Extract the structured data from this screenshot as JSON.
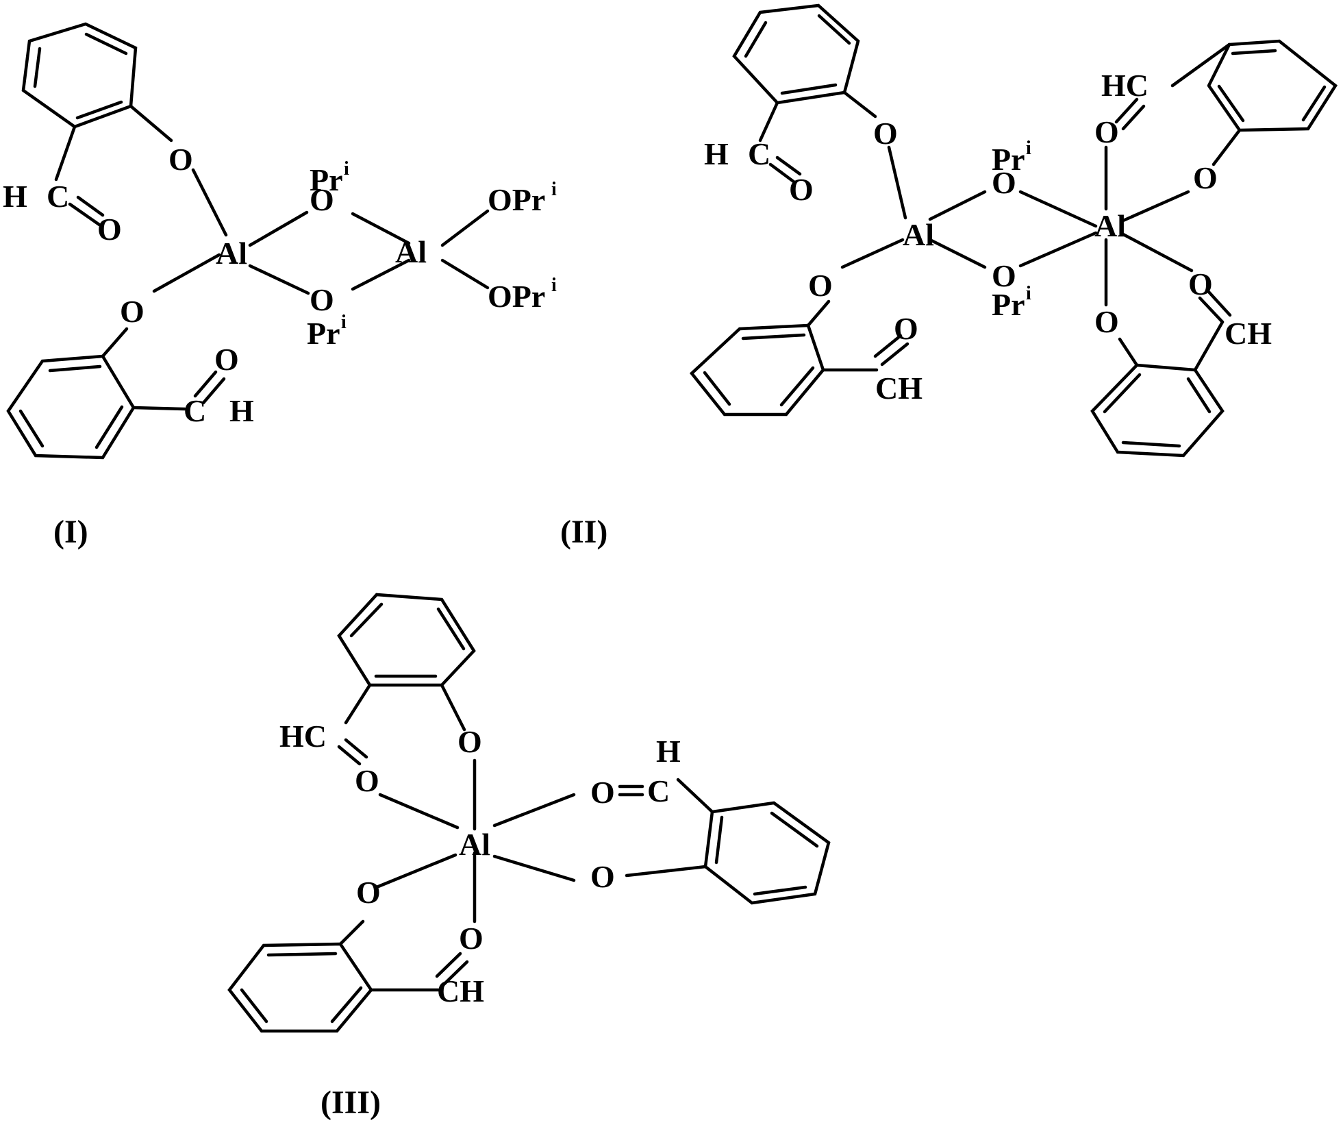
{
  "labels": {
    "O": "O",
    "Al": "Al",
    "H": "H",
    "C": "C",
    "HC": "HC",
    "CH": "CH",
    "Pr": "Pr",
    "i": "i",
    "OPr": "OPr"
  },
  "captions": {
    "I": "(I)",
    "II": "(II)",
    "III": "(III)"
  },
  "colors": {
    "ink": "#000000",
    "background": "#ffffff"
  }
}
